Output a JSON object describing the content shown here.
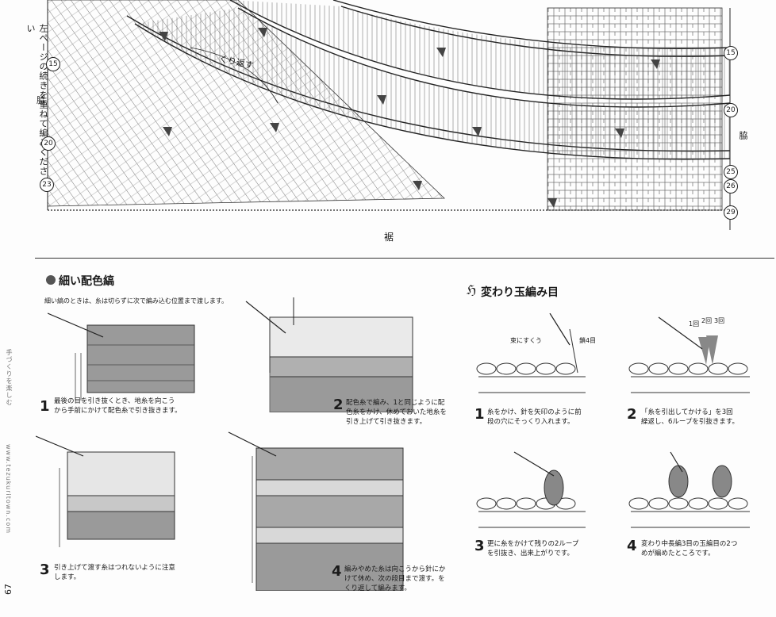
{
  "chart_top": {
    "left_vertical_note": "左ページの続きを重ねて編みください",
    "left_side_label": "脇",
    "right_side_label": "脇",
    "bottom_label": "裾",
    "repeat_label": "くり返す",
    "row_markers_left": [
      "15",
      "20",
      "23"
    ],
    "row_markers_right": [
      "15",
      "20",
      "25",
      "26",
      "29"
    ]
  },
  "section_left": {
    "title": "細い配色縞",
    "intro": "細い縞のときは、糸は切らずに次で編み込む位置まで渡します。",
    "steps": [
      {
        "num": "1",
        "text_lines": [
          "最後の目を引き抜くとき、地糸を向こう",
          "から手前にかけて配色糸で引き抜きます。"
        ]
      },
      {
        "num": "2",
        "text_lines": [
          "配色糸で編み、1と同じように配",
          "色糸をかけ、休めておいた地糸を",
          "引き上げて引き抜きます。"
        ]
      },
      {
        "num": "3",
        "text_lines": [
          "引き上げて渡す糸はつれないように注意",
          "します。"
        ]
      },
      {
        "num": "4",
        "text_lines": [
          "編みやめた糸は向こうから針にか",
          "けて休め、次の段目まで渡す。を",
          "くり返して編みます。"
        ]
      }
    ]
  },
  "section_right": {
    "title": "変わり玉編み目",
    "labels": {
      "from_back": "束にすくう",
      "stitch_4": "鎖4目",
      "counts": [
        "1回",
        "2回",
        "3回"
      ]
    },
    "steps": [
      {
        "num": "1",
        "text_lines": [
          "糸をかけ、針を矢印のように前",
          "段の穴にそっくり入れます。"
        ]
      },
      {
        "num": "2",
        "text_lines": [
          "「糸を引出してかける」を3回",
          "繰返し、6ループを引抜きます。"
        ]
      },
      {
        "num": "3",
        "text_lines": [
          "更に糸をかけて残りの2ループ",
          "を引抜き、出来上がりです。"
        ]
      },
      {
        "num": "4",
        "text_lines": [
          "変わり中長編3目の玉編目の2つ",
          "めが編めたところです。"
        ]
      }
    ]
  },
  "margin": {
    "vertical_small": "手づくりを楽しむ",
    "vertical_url": "www.tezukuritown.com",
    "page_number": "67"
  }
}
